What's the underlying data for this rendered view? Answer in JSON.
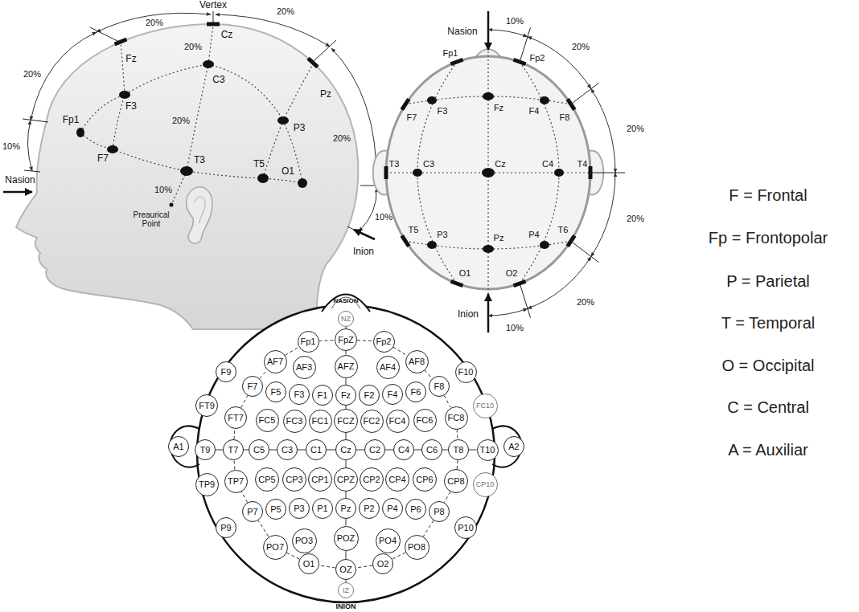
{
  "diagram": {
    "nodes": [
      {
        "text": [
          "NZ"
        ]
      },
      {
        "text": [
          "Fp1"
        ]
      },
      {
        "text": [
          "FpZ"
        ]
      },
      {
        "text": [
          "Fp2"
        ]
      },
      {
        "text": [
          "AF7"
        ]
      },
      {
        "text": [
          "AF3"
        ]
      },
      {
        "text": [
          "AFZ"
        ]
      },
      {
        "text": [
          "AF4"
        ]
      },
      {
        "text": [
          "AF8"
        ]
      },
      {
        "text": [
          "F9"
        ]
      },
      {
        "text": [
          "F7"
        ]
      },
      {
        "text": [
          "F5"
        ]
      },
      {
        "text": [
          "F3"
        ]
      },
      {
        "text": [
          "F1"
        ]
      },
      {
        "text": [
          "Fz"
        ]
      },
      {
        "text": [
          "F2"
        ]
      },
      {
        "text": [
          "F4"
        ]
      },
      {
        "text": [
          "F6"
        ]
      },
      {
        "text": [
          "F8"
        ]
      },
      {
        "text": [
          "F10"
        ]
      },
      {
        "text": [
          "FT9"
        ]
      },
      {
        "text": [
          "FT7"
        ]
      },
      {
        "text": [
          "FC5"
        ]
      },
      {
        "text": [
          "FC3"
        ]
      },
      {
        "text": [
          "FC1"
        ]
      },
      {
        "text": [
          "FCZ"
        ]
      },
      {
        "text": [
          "FC2"
        ]
      },
      {
        "text": [
          "FC4"
        ]
      },
      {
        "text": [
          "FC6"
        ]
      },
      {
        "text": [
          "FC8"
        ]
      },
      {
        "text": [
          "FC10"
        ]
      },
      {
        "text": [
          "A1"
        ]
      },
      {
        "text": [
          "T9"
        ]
      },
      {
        "text": [
          "T7"
        ]
      },
      {
        "text": [
          "C5"
        ]
      },
      {
        "text": [
          "C3"
        ]
      },
      {
        "text": [
          "C1"
        ]
      },
      {
        "text": [
          "Cz"
        ]
      },
      {
        "text": [
          "C2"
        ]
      },
      {
        "text": [
          "C4"
        ]
      },
      {
        "text": [
          "C6"
        ]
      },
      {
        "text": [
          "T8"
        ]
      },
      {
        "text": [
          "T10"
        ]
      },
      {
        "text": [
          "A2"
        ]
      },
      {
        "text": [
          "TP9"
        ]
      },
      {
        "text": [
          "TP7"
        ]
      },
      {
        "text": [
          "CP5"
        ]
      },
      {
        "text": [
          "CP3"
        ]
      },
      {
        "text": [
          "CP1"
        ]
      },
      {
        "text": [
          "CPZ"
        ]
      },
      {
        "text": [
          "CP2"
        ]
      },
      {
        "text": [
          "CP4"
        ]
      },
      {
        "text": [
          "CP6"
        ]
      },
      {
        "text": [
          "CP8"
        ]
      },
      {
        "text": [
          "CP10"
        ]
      },
      {
        "text": [
          "P9"
        ]
      },
      {
        "text": [
          "P7"
        ]
      },
      {
        "text": [
          "P5"
        ]
      },
      {
        "text": [
          "P3"
        ]
      },
      {
        "text": [
          "P1"
        ]
      },
      {
        "text": [
          "Pz"
        ]
      },
      {
        "text": [
          "P2"
        ]
      },
      {
        "text": [
          "P4"
        ]
      },
      {
        "text": [
          "P6"
        ]
      },
      {
        "text": [
          "P8"
        ]
      },
      {
        "text": [
          "P10"
        ]
      },
      {
        "text": [
          "PO7"
        ]
      },
      {
        "text": [
          "PO3"
        ]
      },
      {
        "text": [
          "POZ"
        ]
      },
      {
        "text": [
          "PO4"
        ]
      },
      {
        "text": [
          "PO8"
        ]
      },
      {
        "text": [
          "O1"
        ]
      },
      {
        "text": [
          "OZ"
        ]
      },
      {
        "text": [
          "O2"
        ]
      },
      {
        "text": [
          "IZ"
        ]
      }
    ],
    "edges": [
      {
        "from": 0,
        "to": 2,
        "arrow": "none"
      },
      {
        "from": 2,
        "to": 6,
        "arrow": "none"
      },
      {
        "from": 6,
        "to": 14,
        "arrow": "none"
      },
      {
        "from": 14,
        "to": 25,
        "arrow": "none"
      },
      {
        "from": 25,
        "to": 37,
        "arrow": "none"
      },
      {
        "from": 37,
        "to": 49,
        "arrow": "none"
      },
      {
        "from": 49,
        "to": 60,
        "arrow": "none"
      },
      {
        "from": 60,
        "to": 68,
        "arrow": "none"
      },
      {
        "from": 68,
        "to": 72,
        "arrow": "none"
      },
      {
        "from": 72,
        "to": 74,
        "arrow": "none"
      },
      {
        "from": 32,
        "to": 33,
        "arrow": "none"
      },
      {
        "from": 33,
        "to": 34,
        "arrow": "none"
      },
      {
        "from": 34,
        "to": 35,
        "arrow": "none"
      },
      {
        "from": 35,
        "to": 36,
        "arrow": "none"
      },
      {
        "from": 36,
        "to": 37,
        "arrow": "none"
      },
      {
        "from": 37,
        "to": 38,
        "arrow": "none"
      },
      {
        "from": 38,
        "to": 39,
        "arrow": "none"
      },
      {
        "from": 39,
        "to": 40,
        "arrow": "none"
      },
      {
        "from": 40,
        "to": 41,
        "arrow": "none"
      },
      {
        "from": 41,
        "to": 42,
        "arrow": "none"
      },
      {
        "from": 2,
        "to": 3,
        "arrow": "none"
      },
      {
        "from": 3,
        "to": 8,
        "arrow": "none"
      },
      {
        "from": 8,
        "to": 18,
        "arrow": "none"
      },
      {
        "from": 18,
        "to": 29,
        "arrow": "none"
      },
      {
        "from": 29,
        "to": 41,
        "arrow": "none"
      },
      {
        "from": 41,
        "to": 53,
        "arrow": "none"
      },
      {
        "from": 53,
        "to": 64,
        "arrow": "none"
      },
      {
        "from": 64,
        "to": 70,
        "arrow": "none"
      },
      {
        "from": 70,
        "to": 73,
        "arrow": "none"
      },
      {
        "from": 73,
        "to": 72,
        "arrow": "none"
      },
      {
        "from": 72,
        "to": 71,
        "arrow": "none"
      },
      {
        "from": 71,
        "to": 66,
        "arrow": "none"
      },
      {
        "from": 66,
        "to": 56,
        "arrow": "none"
      },
      {
        "from": 56,
        "to": 45,
        "arrow": "none"
      },
      {
        "from": 45,
        "to": 33,
        "arrow": "none"
      },
      {
        "from": 33,
        "to": 21,
        "arrow": "none"
      },
      {
        "from": 21,
        "to": 10,
        "arrow": "none"
      },
      {
        "from": 10,
        "to": 4,
        "arrow": "none"
      },
      {
        "from": 4,
        "to": 1,
        "arrow": "none"
      },
      {
        "from": 1,
        "to": 2,
        "arrow": "none"
      }
    ],
    "labels": [
      "Vertex",
      "20%",
      "20%",
      "20%",
      "20%",
      "20%",
      "20%",
      "10%",
      "10%",
      "10%",
      "Fz",
      "Cz",
      "Pz",
      "F3",
      "C3",
      "P3",
      "Fp1",
      "F7",
      "T3",
      "T5",
      "O1",
      "Nasion",
      "Preaurical Point",
      "Inion",
      "Nasion",
      "Inion",
      "10%",
      "20%",
      "20%",
      "20%",
      "20%",
      "10%",
      "Fp1",
      "Fp2",
      "F7",
      "F3",
      "Fz",
      "F4",
      "F8",
      "T3",
      "C3",
      "Cz",
      "C4",
      "T4",
      "T5",
      "P3",
      "Pz",
      "P4",
      "T6",
      "O1",
      "O2",
      "F = Frontal",
      "Fp = Frontopolar",
      "P = Parietal",
      "T = Temporal",
      "O = Occipital",
      "C = Central",
      "A = Auxiliar",
      "NASION",
      "INION"
    ]
  }
}
